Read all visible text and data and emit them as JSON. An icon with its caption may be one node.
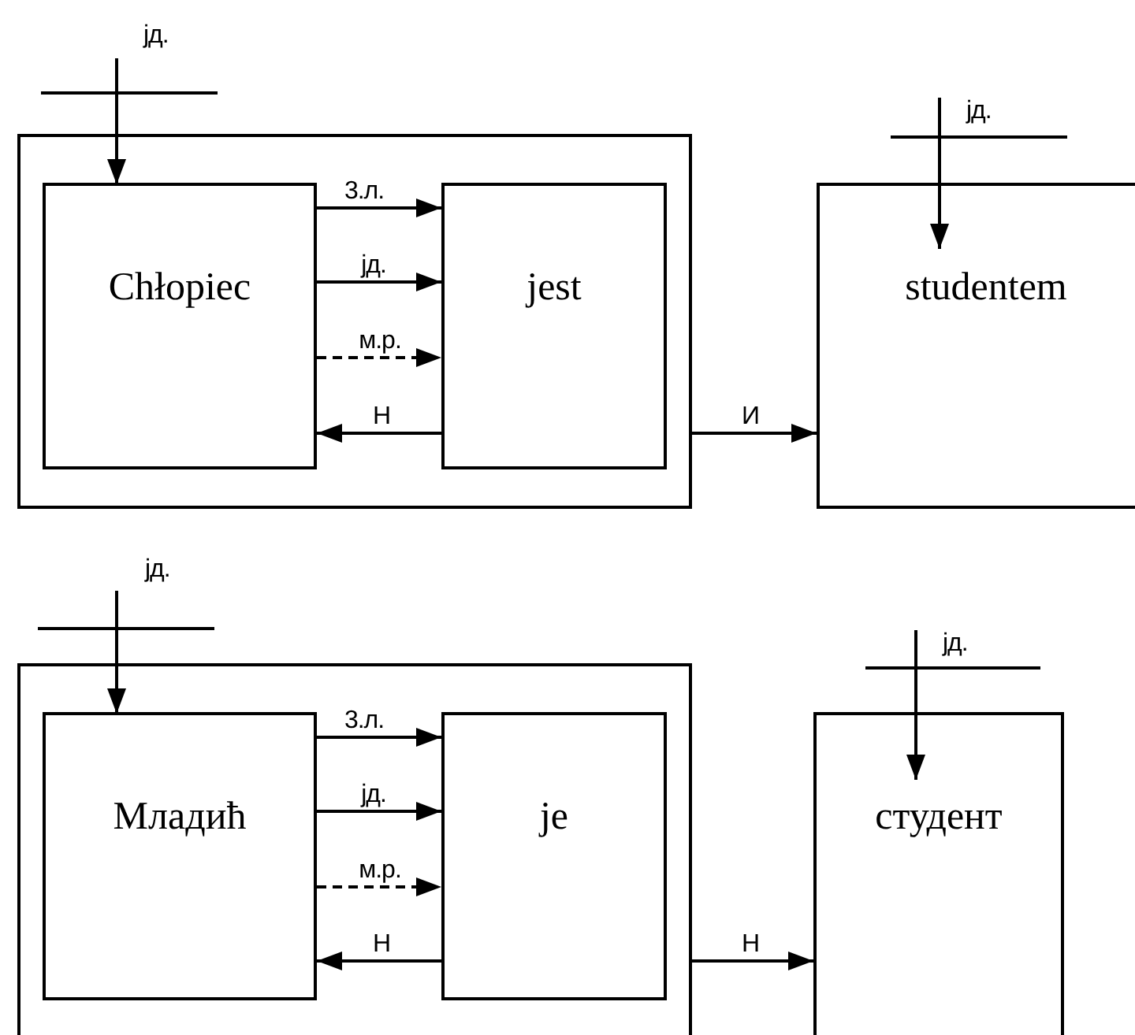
{
  "diagram": {
    "nodes": [
      {
        "text": [],
        "shape": "box"
      },
      {
        "text": [
          "Chłopiec"
        ],
        "in": 0
      },
      {
        "text": [
          "jest"
        ],
        "in": 0
      },
      {
        "text": [
          "studentem"
        ]
      },
      {
        "text": [],
        "shape": "box"
      },
      {
        "text": [
          "Младић"
        ],
        "in": 4
      },
      {
        "text": [
          "je"
        ],
        "in": 4
      },
      {
        "text": [
          "студент"
        ]
      }
    ],
    "edges": [
      {
        "from": null,
        "to": 1,
        "arrow": "to",
        "label": "jд."
      },
      {
        "from": 1,
        "to": 2,
        "arrow": "to",
        "label": "3.л."
      },
      {
        "from": 1,
        "to": 2,
        "arrow": "to",
        "label": "jд."
      },
      {
        "from": 1,
        "to": 2,
        "arrow": "to",
        "label": "м.р.",
        "style": "dashed"
      },
      {
        "from": 2,
        "to": 1,
        "arrow": "to",
        "label": "Н"
      },
      {
        "from": 0,
        "to": 3,
        "arrow": "to",
        "label": "И"
      },
      {
        "from": null,
        "to": 3,
        "arrow": "to",
        "label": "jд."
      },
      {
        "from": null,
        "to": 5,
        "arrow": "to",
        "label": "jд."
      },
      {
        "from": 5,
        "to": 6,
        "arrow": "to",
        "label": "3.л."
      },
      {
        "from": 5,
        "to": 6,
        "arrow": "to",
        "label": "jд."
      },
      {
        "from": 5,
        "to": 6,
        "arrow": "to",
        "label": "м.р.",
        "style": "dashed"
      },
      {
        "from": 6,
        "to": 5,
        "arrow": "to",
        "label": "Н"
      },
      {
        "from": 4,
        "to": 7,
        "arrow": "to",
        "label": "Н"
      },
      {
        "from": null,
        "to": 7,
        "arrow": "to",
        "label": "jд."
      }
    ]
  }
}
